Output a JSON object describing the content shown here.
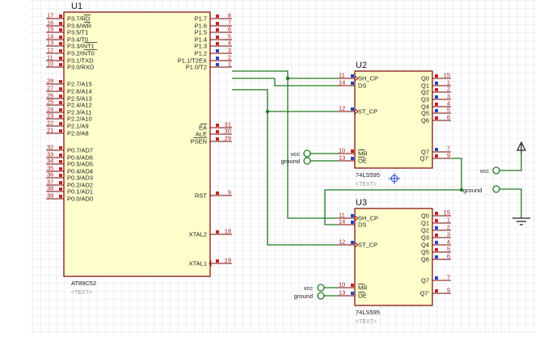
{
  "u1": {
    "ref": "U1",
    "part": "AT89C52",
    "text_placeholder": "<TEXT>",
    "left_pins": [
      {
        "num": "17",
        "label": "P3.7/RD"
      },
      {
        "num": "16",
        "label": "P3.6/WR"
      },
      {
        "num": "15",
        "label": "P3.5/T1"
      },
      {
        "num": "14",
        "label": "P3.4/T0"
      },
      {
        "num": "13",
        "label": "P3.3/INT1"
      },
      {
        "num": "12",
        "label": "P3.2/INT0"
      },
      {
        "num": "11",
        "label": "P3.1/TXD"
      },
      {
        "num": "10",
        "label": "P3.0/RXD"
      },
      {
        "num": "28",
        "label": "P2.7/A15"
      },
      {
        "num": "27",
        "label": "P2.6/A14"
      },
      {
        "num": "26",
        "label": "P2.5/A13"
      },
      {
        "num": "25",
        "label": "P2.4/A12"
      },
      {
        "num": "24",
        "label": "P2.3/A11"
      },
      {
        "num": "23",
        "label": "P2.2/A10"
      },
      {
        "num": "22",
        "label": "P2.1/A9"
      },
      {
        "num": "21",
        "label": "P2.0/A8"
      },
      {
        "num": "32",
        "label": "P0.7/AD7"
      },
      {
        "num": "33",
        "label": "P0.6/AD6"
      },
      {
        "num": "34",
        "label": "P0.5/AD5"
      },
      {
        "num": "35",
        "label": "P0.4/AD4"
      },
      {
        "num": "36",
        "label": "P0.3/AD3"
      },
      {
        "num": "37",
        "label": "P0.2/AD2"
      },
      {
        "num": "38",
        "label": "P0.1/AD1"
      },
      {
        "num": "39",
        "label": "P0.0/AD0"
      }
    ],
    "right_pins": [
      {
        "num": "8",
        "label": "P1.7"
      },
      {
        "num": "7",
        "label": "P1.6"
      },
      {
        "num": "6",
        "label": "P1.5"
      },
      {
        "num": "5",
        "label": "P1.4"
      },
      {
        "num": "4",
        "label": "P1.3"
      },
      {
        "num": "3",
        "label": "P1.2"
      },
      {
        "num": "2",
        "label": "P1.1/T2EX"
      },
      {
        "num": "1",
        "label": "P1.0/T2"
      },
      {
        "num": "31",
        "label": "EA"
      },
      {
        "num": "30",
        "label": "ALE"
      },
      {
        "num": "29",
        "label": "PSEN"
      },
      {
        "num": "9",
        "label": "RST"
      },
      {
        "num": "18",
        "label": "XTAL2"
      },
      {
        "num": "19",
        "label": "XTAL1"
      }
    ]
  },
  "u2": {
    "ref": "U2",
    "part": "74LS595",
    "text_placeholder": "<TEXT>",
    "left_pins": [
      {
        "num": "11",
        "label": "SH_CP"
      },
      {
        "num": "14",
        "label": "DS"
      },
      {
        "num": "12",
        "label": "ST_CP"
      },
      {
        "num": "10",
        "label": "MR"
      },
      {
        "num": "13",
        "label": "OE"
      }
    ],
    "right_pins": [
      {
        "num": "15",
        "label": "Q0"
      },
      {
        "num": "1",
        "label": "Q1"
      },
      {
        "num": "2",
        "label": "Q2"
      },
      {
        "num": "3",
        "label": "Q3"
      },
      {
        "num": "4",
        "label": "Q4"
      },
      {
        "num": "5",
        "label": "Q5"
      },
      {
        "num": "6",
        "label": "Q6"
      },
      {
        "num": "7",
        "label": "Q7"
      },
      {
        "num": "9",
        "label": "Q7'"
      }
    ]
  },
  "u3": {
    "ref": "U3",
    "part": "74LS595",
    "text_placeholder": "<TEXT>",
    "left_pins": [
      {
        "num": "11",
        "label": "SH_CP"
      },
      {
        "num": "14",
        "label": "DS"
      },
      {
        "num": "12",
        "label": "ST_CP"
      },
      {
        "num": "10",
        "label": "MR"
      },
      {
        "num": "13",
        "label": "OE"
      }
    ],
    "right_pins": [
      {
        "num": "15",
        "label": "Q0"
      },
      {
        "num": "1",
        "label": "Q1"
      },
      {
        "num": "2",
        "label": "Q2"
      },
      {
        "num": "3",
        "label": "Q3"
      },
      {
        "num": "4",
        "label": "Q4"
      },
      {
        "num": "5",
        "label": "Q5"
      },
      {
        "num": "6",
        "label": "Q6"
      },
      {
        "num": "7",
        "label": "Q7"
      },
      {
        "num": "9",
        "label": "Q7'"
      }
    ]
  },
  "terminals": {
    "u2_vcc": "vcc",
    "u2_ground": "ground",
    "u3_vcc": "vcc",
    "u3_ground": "ground",
    "right_vcc": "vcc",
    "right_ground": "ground"
  },
  "colors": {
    "wire": "#1f7a1f",
    "body_fill": "#ffffcc",
    "body_outline": "#7a0000",
    "pin_line": "#7a0000",
    "pin_input": "#cc2222",
    "pin_output": "#2244cc",
    "grid": "#c9c9d4"
  }
}
